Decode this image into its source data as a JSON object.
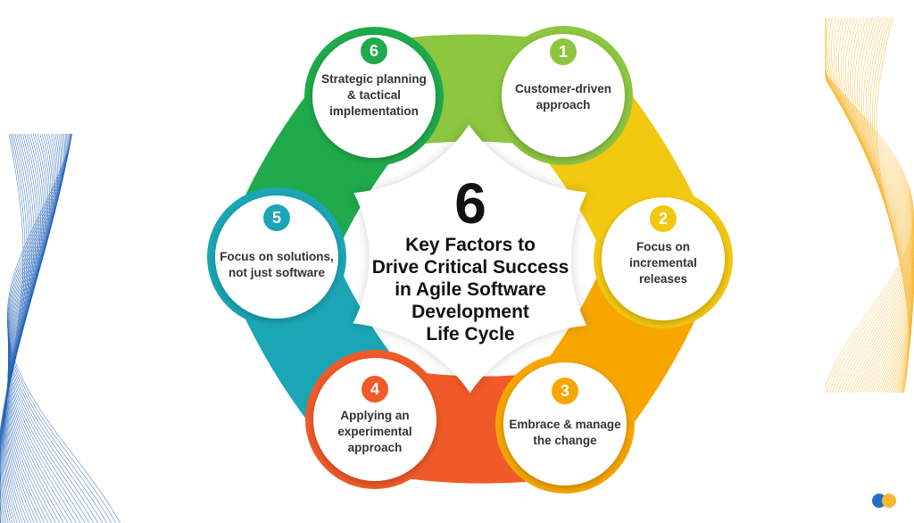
{
  "center": {
    "number": "6",
    "title_lines": [
      "Key Factors to",
      "Drive Critical Success",
      "in Agile Software",
      "Development",
      "Life Cycle"
    ]
  },
  "factors": [
    {
      "number": "1",
      "label_lines": [
        "Customer-driven",
        "approach"
      ],
      "color": "#8DC63F"
    },
    {
      "number": "2",
      "label_lines": [
        "Focus on",
        "incremental",
        "releases"
      ],
      "color": "#F2C811"
    },
    {
      "number": "3",
      "label_lines": [
        "Embrace & manage",
        "the change"
      ],
      "color": "#F7A600"
    },
    {
      "number": "4",
      "label_lines": [
        "Applying an",
        "experimental",
        "approach"
      ],
      "color": "#F05A28"
    },
    {
      "number": "5",
      "label_lines": [
        "Focus on solutions,",
        "not just software"
      ],
      "color": "#1BA6B6"
    },
    {
      "number": "6",
      "label_lines": [
        "Strategic planning",
        "& tactical",
        "implementation"
      ],
      "color": "#1FAA4B"
    }
  ],
  "colors": {
    "wave_left": "#1F5FB5",
    "wave_right": "#F5B833",
    "logo_left": "#1F6FC6",
    "logo_right": "#F5B833"
  },
  "icons": {
    "logo": "two-circles-logo-icon"
  }
}
